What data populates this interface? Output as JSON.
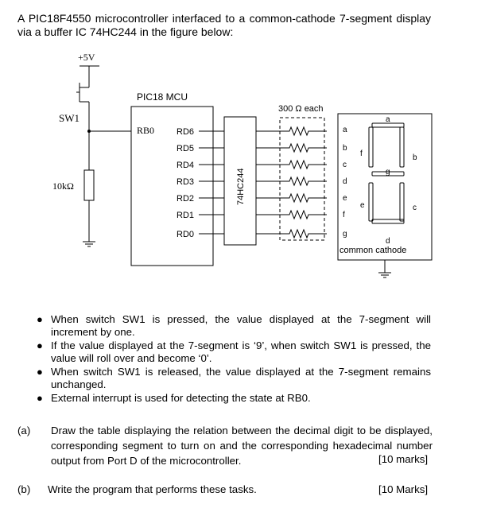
{
  "intro": "A PIC18F4550 microcontroller interfaced to a common-cathode 7-segment display via a buffer IC 74HC244 in the figure below:",
  "figure": {
    "supply_label": "+5V",
    "switch_label": "SW1",
    "pulldown_label": "10kΩ",
    "mcu_label": "PIC18 MCU",
    "rb0_label": "RB0",
    "port_pins": [
      "RD6",
      "RD5",
      "RD4",
      "RD3",
      "RD2",
      "RD1",
      "RD0"
    ],
    "buffer_label": "74HC244",
    "resistor_label": "300 Ω each",
    "segment_pin_labels": [
      "a",
      "b",
      "c",
      "d",
      "e",
      "f",
      "g"
    ],
    "display_segment_labels": {
      "a": "a",
      "b": "b",
      "c": "c",
      "d": "d",
      "e": "e",
      "f": "f",
      "g": "g"
    },
    "display_label": "common cathode"
  },
  "bullets": [
    "When switch SW1 is pressed, the value displayed at the 7-segment will increment by one.",
    "If the value displayed at the 7-segment is ‘9’, when switch SW1 is pressed, the value will roll over and become ‘0’.",
    "When switch SW1 is released, the value displayed at the 7-segment remains unchanged.",
    "External interrupt is used for detecting the state at RB0."
  ],
  "questions": [
    {
      "label": "(a)",
      "text": "Draw the table displaying the relation between the decimal digit to be displayed, corresponding segment to turn on and the corresponding hexadecimal number output from Port D of the microcontroller.",
      "marks": "[10 marks]"
    },
    {
      "label": "(b)",
      "text": "Write the program that performs these tasks.",
      "marks": "[10 Marks]"
    }
  ],
  "colors": {
    "ink": "#000000",
    "paper": "#ffffff"
  }
}
